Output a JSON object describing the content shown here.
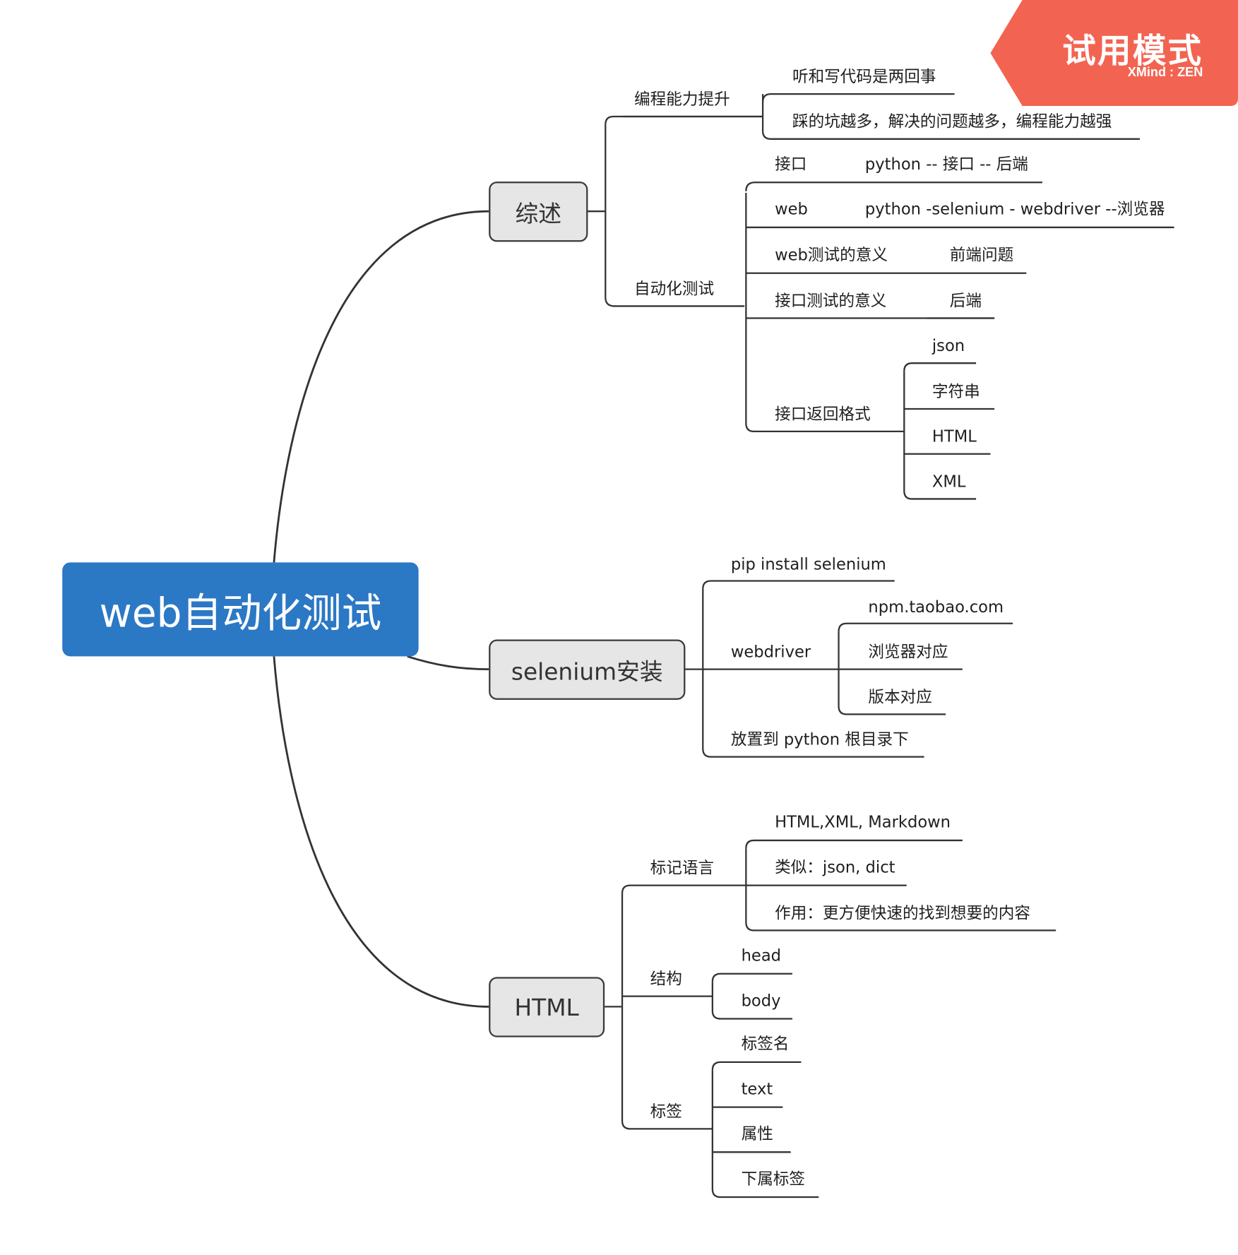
{
  "mindmap": {
    "root": "web自动化测试",
    "topics": {
      "overview": {
        "label": "综述",
        "coding": {
          "label": "编程能力提升",
          "items": [
            "听和写代码是两回事",
            "踩的坑越多，解决的问题越多，编程能力越强"
          ]
        },
        "automation": {
          "label": "自动化测试",
          "rows": [
            {
              "k": "接口",
              "v": "python -- 接口 --  后端"
            },
            {
              "k": "web",
              "v": "python -selenium - webdriver --浏览器"
            },
            {
              "k": "web测试的意义",
              "v": "前端问题"
            },
            {
              "k": "接口测试的意义",
              "v": "后端"
            }
          ],
          "formats": {
            "label": "接口返回格式",
            "items": [
              "json",
              "字符串",
              "HTML",
              "XML"
            ]
          }
        }
      },
      "selenium": {
        "label": "selenium安装",
        "pip": "pip install selenium",
        "webdriver": {
          "label": "webdriver",
          "items": [
            "npm.taobao.com",
            "浏览器对应",
            "版本对应"
          ]
        },
        "place": "放置到 python 根目录下"
      },
      "html": {
        "label": "HTML",
        "markup": {
          "label": "标记语言",
          "items": [
            "HTML,XML, Markdown",
            "类似：json, dict",
            "作用：更方便快速的找到想要的内容"
          ]
        },
        "structure": {
          "label": "结构",
          "items": [
            "head",
            "body"
          ]
        },
        "tag": {
          "label": "标签",
          "items": [
            "标签名",
            "text",
            "属性",
            "下属标签"
          ]
        }
      }
    }
  },
  "watermark": {
    "title": "试用模式",
    "brand": "XMind : ZEN",
    "color": "#f26451"
  },
  "colors": {
    "root_fill": "#2b78c5",
    "topic_fill": "#e6e6e6",
    "line": "#333333"
  }
}
